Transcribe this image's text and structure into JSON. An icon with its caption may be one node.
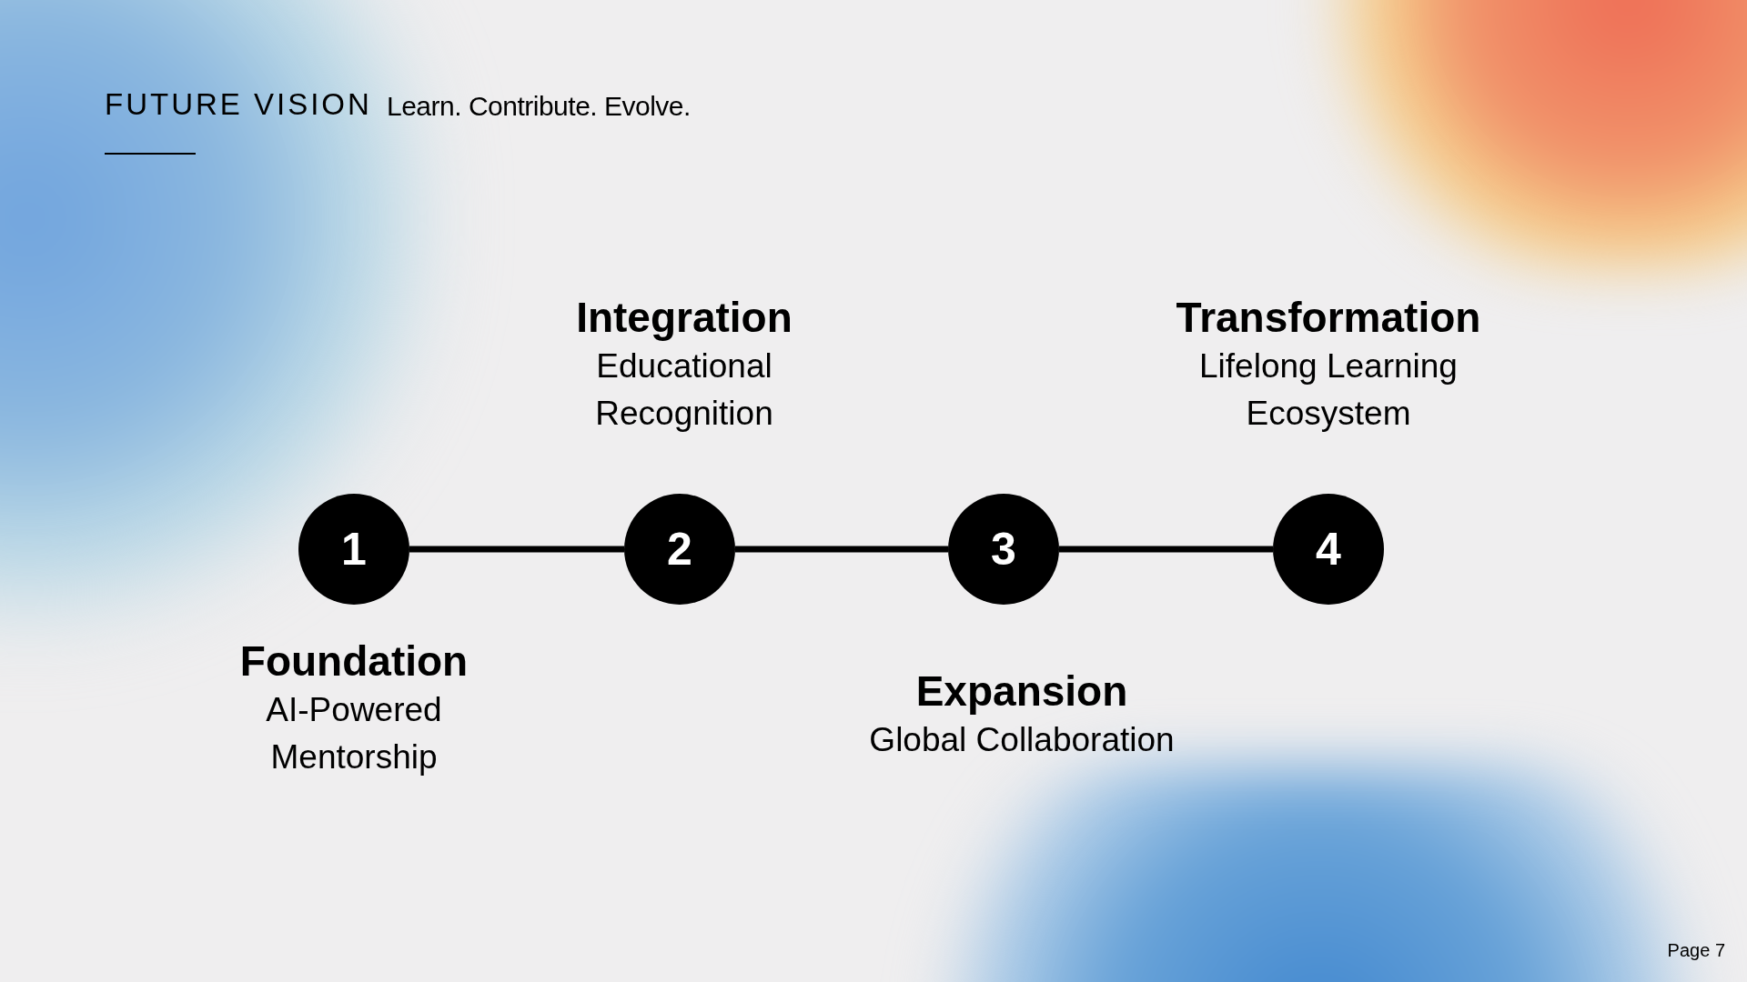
{
  "diagram": {
    "title": "FUTURE VISION",
    "nodes": [
      {
        "text": [
          "1"
        ],
        "beside": [
          "Foundation",
          "AI-Powered Mentorship"
        ]
      },
      {
        "text": [
          "2"
        ],
        "beside": [
          "Integration",
          "Educational Recognition"
        ]
      },
      {
        "text": [
          "3"
        ],
        "beside": [
          "Expansion",
          "Global Collaboration"
        ]
      },
      {
        "text": [
          "4"
        ],
        "beside": [
          "Transformation",
          "Lifelong Learning Ecosystem"
        ]
      }
    ],
    "edges": [
      {
        "from": 0,
        "to": 1,
        "arrow": "none"
      },
      {
        "from": 1,
        "to": 2,
        "arrow": "none"
      },
      {
        "from": 2,
        "to": 3,
        "arrow": "none"
      }
    ],
    "labels": [
      "Learn. Contribute. Evolve.",
      "Page 7"
    ]
  }
}
